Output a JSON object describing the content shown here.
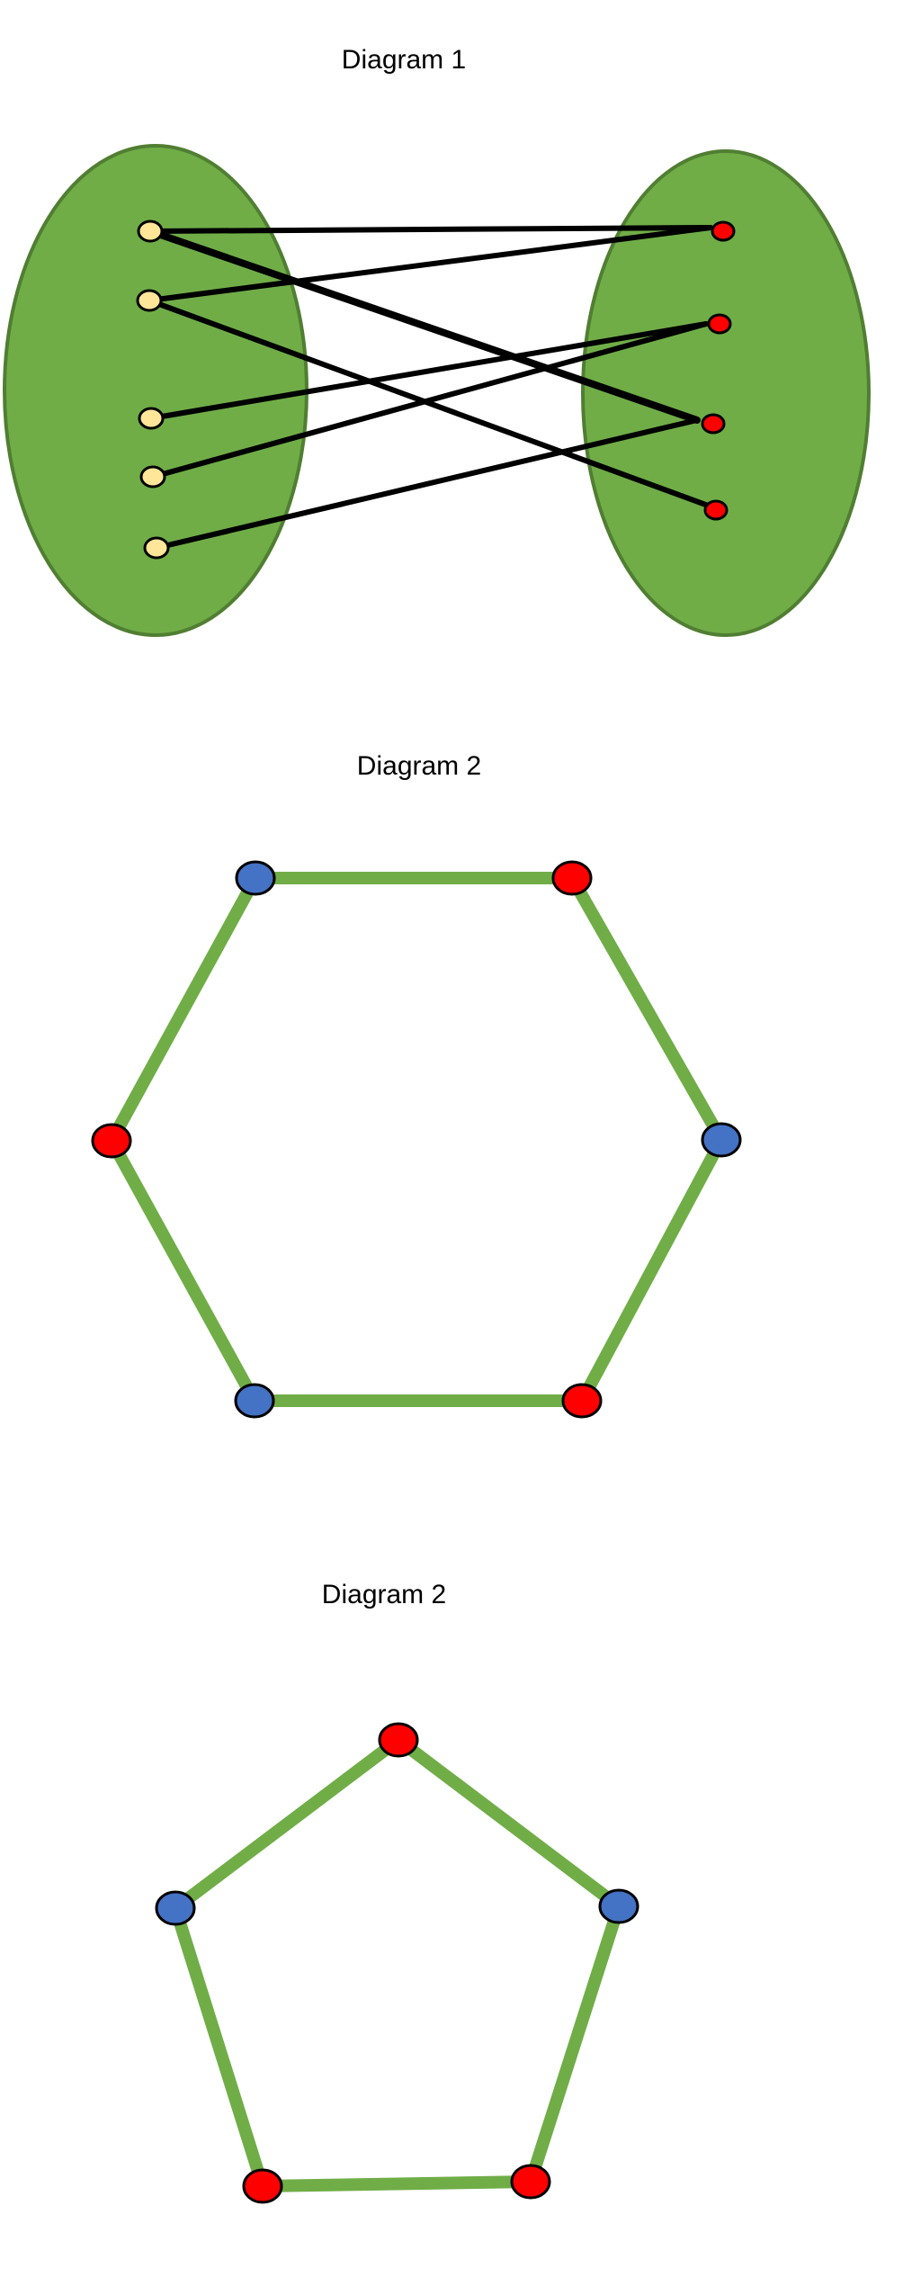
{
  "diagrams": [
    {
      "title": "Diagram 1",
      "type": "bipartite",
      "left_set": [
        "l1",
        "l2",
        "l3",
        "l4",
        "l5"
      ],
      "right_set": [
        "r1",
        "r2",
        "r3",
        "r4"
      ],
      "edges": [
        [
          "l1",
          "r1"
        ],
        [
          "l1",
          "r3"
        ],
        [
          "l2",
          "r1"
        ],
        [
          "l2",
          "r4"
        ],
        [
          "l3",
          "r2"
        ],
        [
          "l4",
          "r2"
        ],
        [
          "l5",
          "r3"
        ]
      ]
    },
    {
      "title": "Diagram 2",
      "type": "cycle",
      "vertex_colors": [
        "blue",
        "red",
        "blue",
        "red",
        "blue",
        "red"
      ]
    },
    {
      "title": "Diagram 2",
      "type": "cycle",
      "vertex_colors": [
        "red",
        "blue",
        "red",
        "red",
        "blue"
      ]
    }
  ],
  "colors": {
    "set_fill": "#70ad47",
    "set_stroke": "#507e32",
    "edge_dark": "#000000",
    "edge_green": "#70ad47",
    "left_vertex": "#ffe699",
    "right_vertex": "#ff0000",
    "red": "#ff0000",
    "blue": "#4472c4"
  }
}
